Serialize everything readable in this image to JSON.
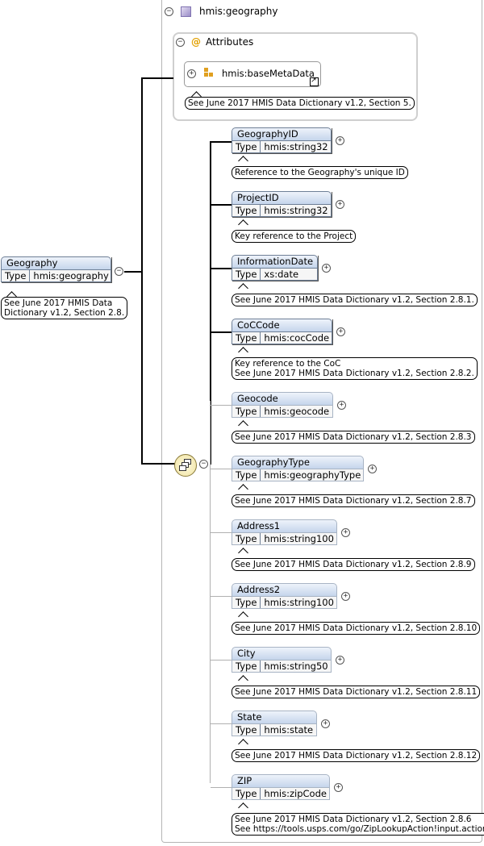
{
  "root": {
    "title": "hmis:geography",
    "collapse_symbol": "⊖"
  },
  "attributes": {
    "label": "Attributes",
    "symbol": "@",
    "group_name": "hmis:baseMetaData",
    "group_note": "See June 2017 HMIS Data Dictionary v1.2, Section 5."
  },
  "geography": {
    "name": "Geography",
    "type_key": "Type",
    "type_value": "hmis:geography",
    "note_lines": [
      "See June 2017 HMIS Data",
      "Dictionary v1.2, Section 2.8."
    ]
  },
  "type_key": "Type",
  "elements": [
    {
      "name": "GeographyID",
      "type": "hmis:string32",
      "note": [
        "Reference to the Geography's unique ID"
      ],
      "required": true
    },
    {
      "name": "ProjectID",
      "type": "hmis:string32",
      "note": [
        "Key reference to the Project"
      ],
      "required": true
    },
    {
      "name": "InformationDate",
      "type": "xs:date",
      "note": [
        "See June 2017 HMIS Data Dictionary v1.2, Section 2.8.1."
      ],
      "required": true
    },
    {
      "name": "CoCCode",
      "type": "hmis:cocCode",
      "note": [
        "Key reference to the CoC",
        "See June 2017 HMIS Data Dictionary v1.2, Section 2.8.2."
      ],
      "required": true
    },
    {
      "name": "Geocode",
      "type": "hmis:geocode",
      "note": [
        "See June 2017 HMIS Data Dictionary v1.2, Section 2.8.3"
      ],
      "required": false
    },
    {
      "name": "GeographyType",
      "type": "hmis:geographyType",
      "note": [
        "See June 2017 HMIS Data Dictionary v1.2, Section 2.8.7"
      ],
      "required": false
    },
    {
      "name": "Address1",
      "type": "hmis:string100",
      "note": [
        "See June 2017 HMIS Data Dictionary v1.2, Section 2.8.9"
      ],
      "required": false
    },
    {
      "name": "Address2",
      "type": "hmis:string100",
      "note": [
        "See June 2017 HMIS Data Dictionary v1.2, Section 2.8.10"
      ],
      "required": false
    },
    {
      "name": "City",
      "type": "hmis:string50",
      "note": [
        "See June 2017 HMIS Data Dictionary v1.2, Section 2.8.11"
      ],
      "required": false
    },
    {
      "name": "State",
      "type": "hmis:state",
      "note": [
        "See June 2017 HMIS Data Dictionary v1.2, Section 2.8.12"
      ],
      "required": false
    },
    {
      "name": "ZIP",
      "type": "hmis:zipCode",
      "note": [
        "See June 2017 HMIS Data Dictionary v1.2, Section 2.8.6",
        "See https://tools.usps.com/go/ZipLookupAction!input.action"
      ],
      "required": false
    }
  ]
}
